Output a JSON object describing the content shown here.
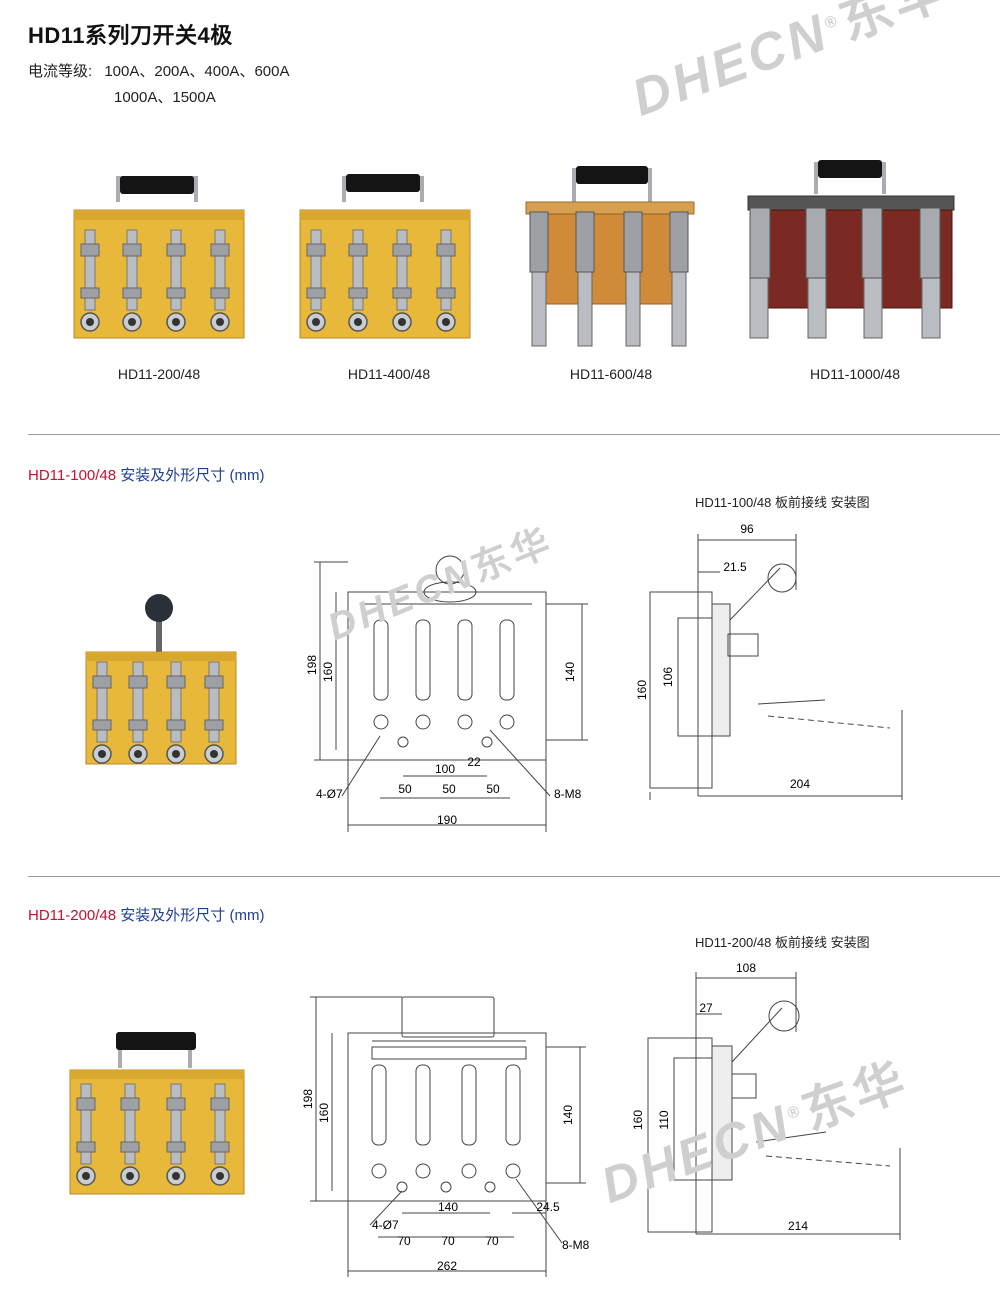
{
  "header": {
    "title": "HD11系列刀开关4极",
    "current_label": "电流等级:",
    "current_line1": "100A、200A、400A、600A",
    "current_line2": "1000A、1500A"
  },
  "watermark": {
    "brand_latin": "DHECN",
    "brand_cn": "东华",
    "reg_mark": "®"
  },
  "products": [
    {
      "label": "HD11-200/48"
    },
    {
      "label": "HD11-400/48"
    },
    {
      "label": "HD11-600/48"
    },
    {
      "label": "HD11-1000/48"
    }
  ],
  "section1": {
    "model": "HD11-100/48",
    "heading": " 安装及外形尺寸 (mm)",
    "side_title": "HD11-100/48 板前接线 安装图",
    "front_dims": {
      "h_outer": "198",
      "h_inner": "160",
      "h_right": "140",
      "w_100": "100",
      "w_22": "22",
      "w_50a": "50",
      "w_50b": "50",
      "w_50c": "50",
      "w_total": "190",
      "holes": "4-Ø7",
      "bolts": "8-M8"
    },
    "side_dims": {
      "top_width": "96",
      "offset": "21.5",
      "h_outer": "160",
      "h_inner": "106",
      "bottom": "204"
    }
  },
  "section2": {
    "model": "HD11-200/48",
    "heading": " 安装及外形尺寸 (mm)",
    "side_title": "HD11-200/48 板前接线 安装图",
    "front_dims": {
      "h_outer": "198",
      "h_inner": "160",
      "h_right": "140",
      "w_140": "140",
      "w_245": "24.5",
      "w_70a": "70",
      "w_70b": "70",
      "w_70c": "70",
      "w_total": "262",
      "holes": "4-Ø7",
      "bolts": "8-M8"
    },
    "side_dims": {
      "top_width": "108",
      "offset": "27",
      "h_outer": "160",
      "h_inner": "110",
      "bottom": "214"
    }
  },
  "colors": {
    "model_red": "#c8102e",
    "heading_blue": "#1f3f8f",
    "board_yellow": "#e8b83a",
    "board_orange": "#cf8a3a",
    "board_brown": "#7a2a22",
    "handle_black": "#141414",
    "metal_silver": "#b9bcc0"
  }
}
